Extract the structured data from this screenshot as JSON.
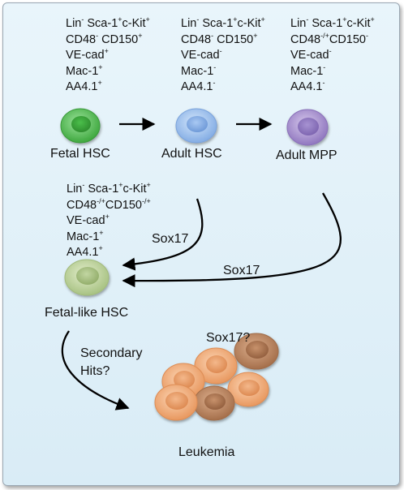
{
  "cells": {
    "fetal_hsc": {
      "label": "Fetal HSC",
      "color": "#4fb54f",
      "markers": [
        {
          "base": "Lin",
          "sup": "-",
          "rest": " Sca-1",
          "sup2": "+",
          "rest2": "c-Kit",
          "sup3": "+"
        },
        {
          "base": "CD48",
          "sup": "-",
          "rest": " CD150",
          "sup2": "+"
        },
        {
          "base": "VE-cad",
          "sup": "+"
        },
        {
          "base": "Mac-1",
          "sup": "+"
        },
        {
          "base": "AA4.1",
          "sup": "+"
        }
      ]
    },
    "adult_hsc": {
      "label": "Adult HSC",
      "color": "#8db6e8",
      "markers": [
        {
          "base": "Lin",
          "sup": "-",
          "rest": " Sca-1",
          "sup2": "+",
          "rest2": "c-Kit",
          "sup3": "+"
        },
        {
          "base": "CD48",
          "sup": "-",
          "rest": " CD150",
          "sup2": "+"
        },
        {
          "base": "VE-cad",
          "sup": "-"
        },
        {
          "base": "Mac-1",
          "sup": "-"
        },
        {
          "base": "AA4.1",
          "sup": "-"
        }
      ]
    },
    "adult_mpp": {
      "label": "Adult MPP",
      "color": "#9d86c6",
      "markers": [
        {
          "base": "Lin",
          "sup": "-",
          "rest": " Sca-1",
          "sup2": "+",
          "rest2": "c-Kit",
          "sup3": "+"
        },
        {
          "base": "CD48",
          "sup": "-/+",
          "rest": "CD150",
          "sup2": "-"
        },
        {
          "base": "VE-cad",
          "sup": "-"
        },
        {
          "base": "Mac-1",
          "sup": "-"
        },
        {
          "base": "AA4.1",
          "sup": "-"
        }
      ]
    },
    "fetal_like_hsc": {
      "label": "Fetal-like HSC",
      "color": "#b4cc8f",
      "markers": [
        {
          "base": "Lin",
          "sup": "-",
          "rest": " Sca-1",
          "sup2": "+",
          "rest2": "c-Kit",
          "sup3": "+"
        },
        {
          "base": "CD48",
          "sup": "-/+",
          "rest": "CD150",
          "sup2": "-/+"
        },
        {
          "base": "VE-cad",
          "sup": "+"
        },
        {
          "base": "Mac-1",
          "sup": "+"
        },
        {
          "base": "AA4.1",
          "sup": "+"
        }
      ]
    }
  },
  "labels": {
    "sox17_left": "Sox17",
    "sox17_right": "Sox17",
    "sox17_question": "Sox17?",
    "secondary_hits_line1": "Secondary",
    "secondary_hits_line2": "Hits?",
    "leukemia": "Leukemia"
  },
  "colors": {
    "panel_bg": "#e3f1f9",
    "leukemia_light": "#f2b07c",
    "leukemia_dark": "#b98059"
  }
}
